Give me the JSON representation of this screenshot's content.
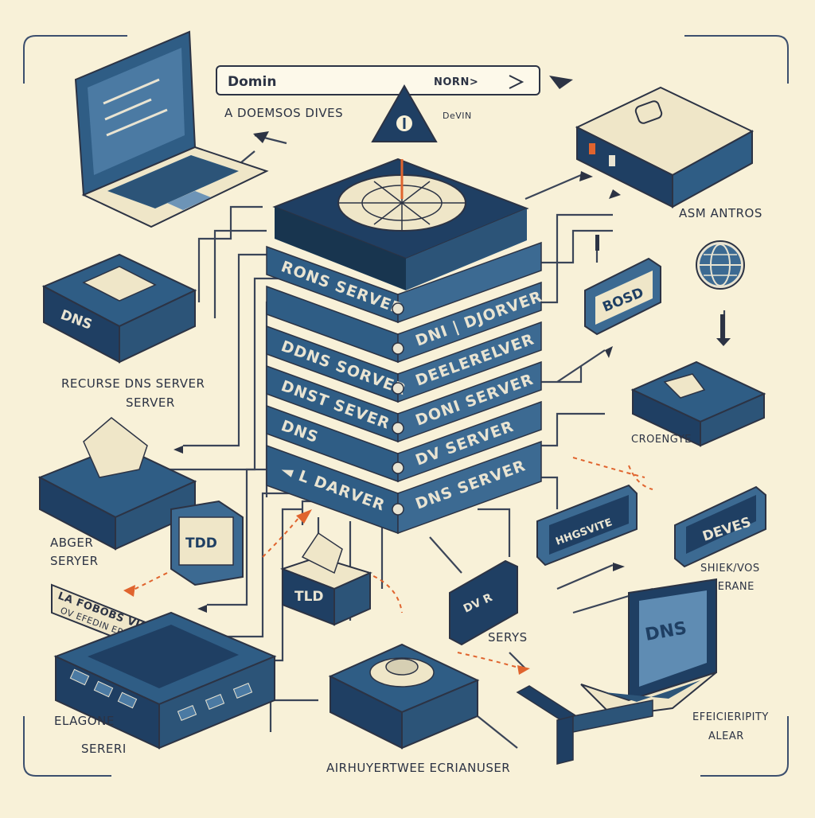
{
  "search_bar": {
    "left_text": "Domin",
    "right_text": "NORN>"
  },
  "texts": {
    "domain_subtitle": "A DOEMSOS DIVES",
    "small_top": "DeVIN",
    "asm": "ASM ANTROS",
    "recurse_line1": "RECURSE DNS SERVER",
    "recurse_line2": "SERVER",
    "abger_line1": "ABGER",
    "abger_line2": "SERYER",
    "croengye": "CROENGYE",
    "shiek_line1": "SHIEK/VOS",
    "shiek_line2": "SERANE",
    "servys": "SERYS",
    "elagone_line1": "ELAGONE",
    "elagone_line2": "SERERI",
    "efficiency_line1": "EFEICIERIPITY",
    "efficiency_line2": "ALEAR",
    "bottom": "AIRHUYERTWEE ECRIANUSER"
  },
  "tiers": [
    {
      "left": "RONS SERVER",
      "right": ""
    },
    {
      "left": "",
      "right": "DNI | DJORVER"
    },
    {
      "left": "DDNS SORVER",
      "right": "DEELERELVER"
    },
    {
      "left": "DNST SEVER",
      "right": "DONI SERVER"
    },
    {
      "left": "DNS",
      "right": "DV SERVER"
    },
    {
      "left": "◄ L DARVER",
      "right": "DNS SERVER"
    }
  ],
  "device_labels": {
    "left_dns": "DNS",
    "bosd": "BOSD",
    "tdd_left": "TDD",
    "tld_center": "TLD",
    "hhgsvite": "HHGSVITE",
    "deves": "DEVES",
    "dvr": "DV R",
    "laptop_dns": "DNS",
    "banner_line1": "LA FOBOBS VIC",
    "banner_line2": "OV EFEDIN EPEUD"
  },
  "colors": {
    "background": "#f8f1d8",
    "navy": "#1f3f63",
    "steel_blue": "#3c6a92",
    "cream": "#e9e4d2",
    "accent_orange": "#e0642e"
  }
}
